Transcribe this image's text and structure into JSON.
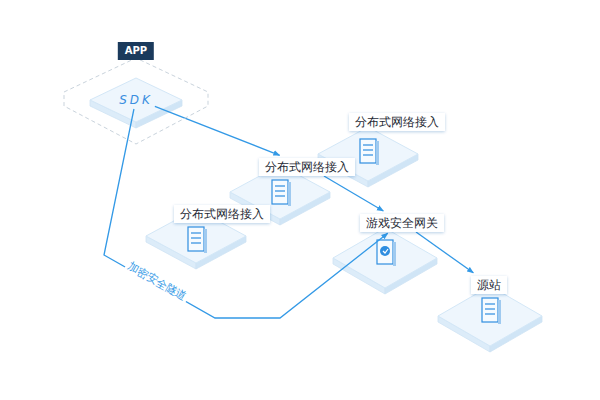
{
  "diagram": {
    "nodes": [
      {
        "text": [
          "APP"
        ]
      },
      {
        "text": [
          "SDK"
        ],
        "in": 0
      },
      {
        "text": [
          "分布式网络接入"
        ]
      },
      {
        "text": [
          "分布式网络接入"
        ]
      },
      {
        "text": [
          "分布式网络接入"
        ]
      },
      {
        "text": [
          "游戏安全网关"
        ]
      },
      {
        "text": [
          "源站"
        ]
      }
    ],
    "edges": [
      {
        "from": 1,
        "to": 3,
        "arrow": "to"
      },
      {
        "from": 3,
        "to": 5,
        "arrow": "to"
      },
      {
        "from": 5,
        "to": 6,
        "arrow": "to"
      },
      {
        "from": 1,
        "to": 5,
        "label": "加密安全隧道",
        "arrow": "to"
      }
    ]
  }
}
